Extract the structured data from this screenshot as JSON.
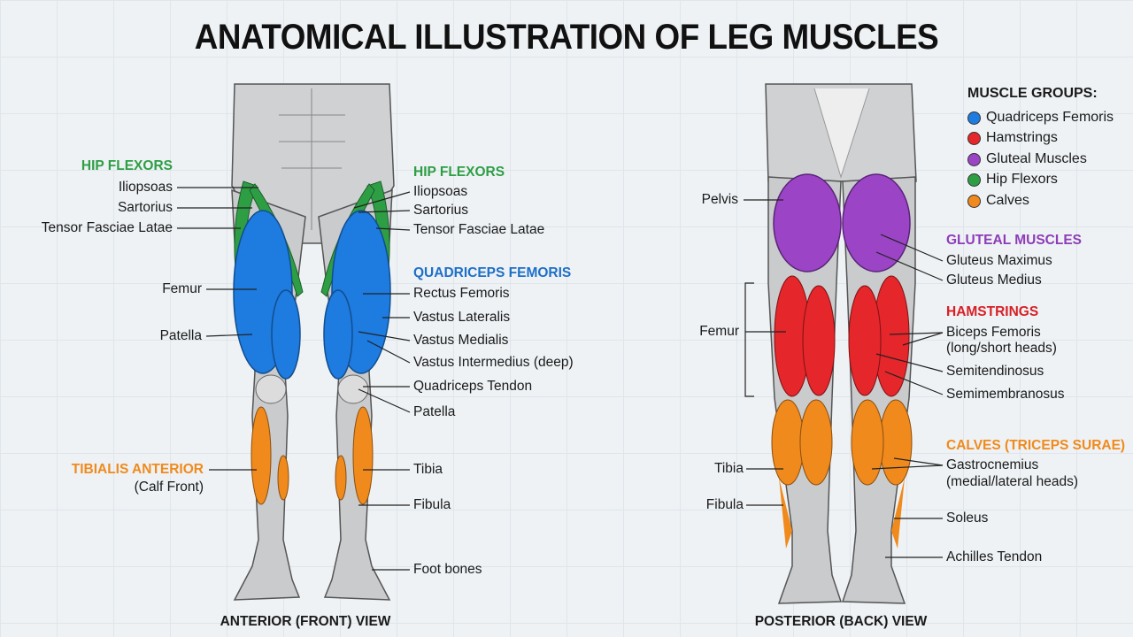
{
  "title": "ANATOMICAL ILLUSTRATION OF LEG MUSCLES",
  "colors": {
    "quadriceps": "#1e7be0",
    "hamstrings": "#e5262b",
    "gluteal": "#9b45c6",
    "hip_flexors": "#2e9e45",
    "calves": "#f08a1c"
  },
  "legend": {
    "title": "MUSCLE GROUPS:",
    "items": [
      "Quadriceps Femoris",
      "Hamstrings",
      "Gluteal Muscles",
      "Hip Flexors",
      "Calves"
    ]
  },
  "anterior": {
    "view_label": "ANTERIOR (FRONT) VIEW",
    "left": {
      "hip_flexors": "HIP FLEXORS",
      "iliopsoas": "Iliopsoas",
      "sartorius": "Sartorius",
      "tfl": "Tensor Fasciae Latae",
      "femur": "Femur",
      "patella": "Patella",
      "tibialis": "TIBIALIS ANTERIOR",
      "tibialis_sub": "(Calf Front)"
    },
    "right": {
      "hip_flexors": "HIP FLEXORS",
      "iliopsoas": "Iliopsoas",
      "sartorius": "Sartorius",
      "tfl": "Tensor Fasciae Latae",
      "quadriceps": "QUADRICEPS FEMORIS",
      "rectus": "Rectus Femoris",
      "lateralis": "Vastus Lateralis",
      "medialis": "Vastus Medialis",
      "intermedius": "Vastus Intermedius (deep)",
      "tendon": "Quadriceps Tendon",
      "patella": "Patella",
      "tibia": "Tibia",
      "fibula": "Fibula",
      "foot": "Foot bones"
    }
  },
  "posterior": {
    "view_label": "POSTERIOR (BACK) VIEW",
    "left": {
      "pelvis": "Pelvis",
      "femur": "Femur",
      "tibia": "Tibia",
      "fibula": "Fibula"
    },
    "right": {
      "gluteal": "GLUTEAL MUSCLES",
      "maximus": "Gluteus Maximus",
      "medius": "Gluteus Medius",
      "hamstrings": "HAMSTRINGS",
      "biceps": "Biceps Femoris",
      "biceps_sub": "(long/short heads)",
      "semitendinosus": "Semitendinosus",
      "semimembranosus": "Semimembranosus",
      "calves": "CALVES (TRICEPS SURAE)",
      "gastrocnemius": "Gastrocnemius",
      "gastrocnemius_sub": "(medial/lateral heads)",
      "soleus": "Soleus",
      "achilles": "Achilles Tendon"
    }
  }
}
